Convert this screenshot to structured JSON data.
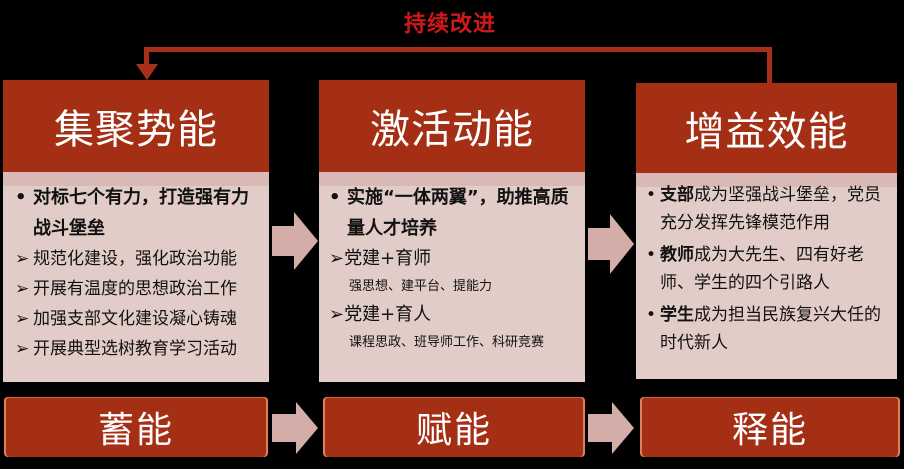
{
  "loop": {
    "label": "持续改进",
    "color": "#d01818"
  },
  "stages": [
    {
      "title": "集聚势能",
      "items": [
        {
          "type": "bullet-bold",
          "bullet": "•",
          "text": "对标七个有力，打造强有力战斗堡垒"
        },
        {
          "type": "arrow",
          "bullet": "➢",
          "text": "规范化建设，强化政治功能"
        },
        {
          "type": "arrow",
          "bullet": "➢",
          "text": "开展有温度的思想政治工作"
        },
        {
          "type": "arrow",
          "bullet": "➢",
          "text": "加强支部文化建设凝心铸魂"
        },
        {
          "type": "arrow",
          "bullet": "➢",
          "text": "开展典型选树教育学习活动"
        }
      ]
    },
    {
      "title": "激活动能",
      "items": [
        {
          "type": "bullet-bold",
          "bullet": "•",
          "text": "实施“一体两翼”，助推高质量人才培养"
        },
        {
          "type": "arrow",
          "bullet": "➢",
          "text": "党建+育师"
        },
        {
          "type": "sub",
          "text": "强思想、建平台、提能力"
        },
        {
          "type": "arrow",
          "bullet": "➢",
          "text": "党建+育人"
        },
        {
          "type": "sub",
          "text": "课程思政、班导师工作、科研竞赛"
        }
      ]
    },
    {
      "title": "增益效能",
      "items": [
        {
          "type": "bullet-mixed",
          "bullet": "•",
          "bold": "支部",
          "text": "成为坚强战斗堡垒，党员充分发挥先锋模范作用"
        },
        {
          "type": "bullet-mixed",
          "bullet": "•",
          "bold": "教师",
          "text": "成为大先生、四有好老师、学生的四个引路人"
        },
        {
          "type": "bullet-mixed",
          "bullet": "•",
          "bold": "学生",
          "text": "成为担当民族复兴大任的时代新人"
        }
      ]
    }
  ],
  "bottom": [
    "蓄能",
    "赋能",
    "释能"
  ],
  "colors": {
    "header": "#a52f14",
    "body": "#e2ccc8",
    "arrow": "#d4aca8",
    "background": "#000000"
  }
}
